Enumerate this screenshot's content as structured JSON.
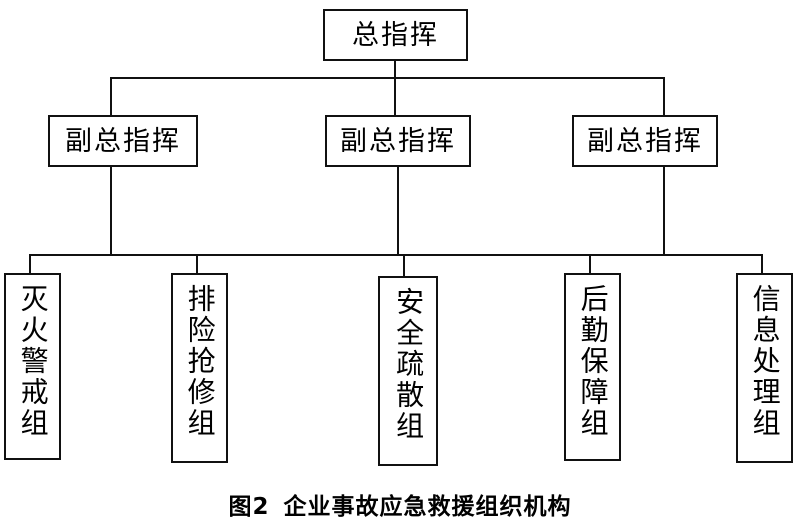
{
  "figure": {
    "caption_number": "图2",
    "caption_text": "企业事故应急救援组织机构",
    "background_color": "#ffffff",
    "line_color": "#111111"
  },
  "chart_data": {
    "type": "diagram",
    "diagram_kind": "organization-chart",
    "title": "图2  企业事故应急救援组织机构",
    "levels": 3,
    "nodes": [
      {
        "id": "n1",
        "level": 1,
        "label": "总指挥"
      },
      {
        "id": "n2",
        "level": 2,
        "label": "副总指挥"
      },
      {
        "id": "n3",
        "level": 2,
        "label": "副总指挥"
      },
      {
        "id": "n4",
        "level": 2,
        "label": "副总指挥"
      },
      {
        "id": "n5",
        "level": 3,
        "label": "灭火警戒组",
        "orientation": "vertical"
      },
      {
        "id": "n6",
        "level": 3,
        "label": "排险抢修组",
        "orientation": "vertical"
      },
      {
        "id": "n7",
        "level": 3,
        "label": "安全疏散组",
        "orientation": "vertical"
      },
      {
        "id": "n8",
        "level": 3,
        "label": "后勤保障组",
        "orientation": "vertical"
      },
      {
        "id": "n9",
        "level": 3,
        "label": "信息处理组",
        "orientation": "vertical"
      }
    ],
    "edges": [
      {
        "from": "n1",
        "to": "n2"
      },
      {
        "from": "n1",
        "to": "n3"
      },
      {
        "from": "n1",
        "to": "n4"
      },
      {
        "from": "n2",
        "to": "n5"
      },
      {
        "from": "n2",
        "to": "n6"
      },
      {
        "from": "n3",
        "to": "n7"
      },
      {
        "from": "n4",
        "to": "n8"
      },
      {
        "from": "n4",
        "to": "n9"
      }
    ]
  },
  "boxes": {
    "commander": "总指挥",
    "deputy_1": "副总指挥",
    "deputy_2": "副总指挥",
    "deputy_3": "副总指挥",
    "group_1": "灭火警戒组",
    "group_2": "排险抢修组",
    "group_3": "安全疏散组",
    "group_4": "后勤保障组",
    "group_5": "信息处理组"
  }
}
